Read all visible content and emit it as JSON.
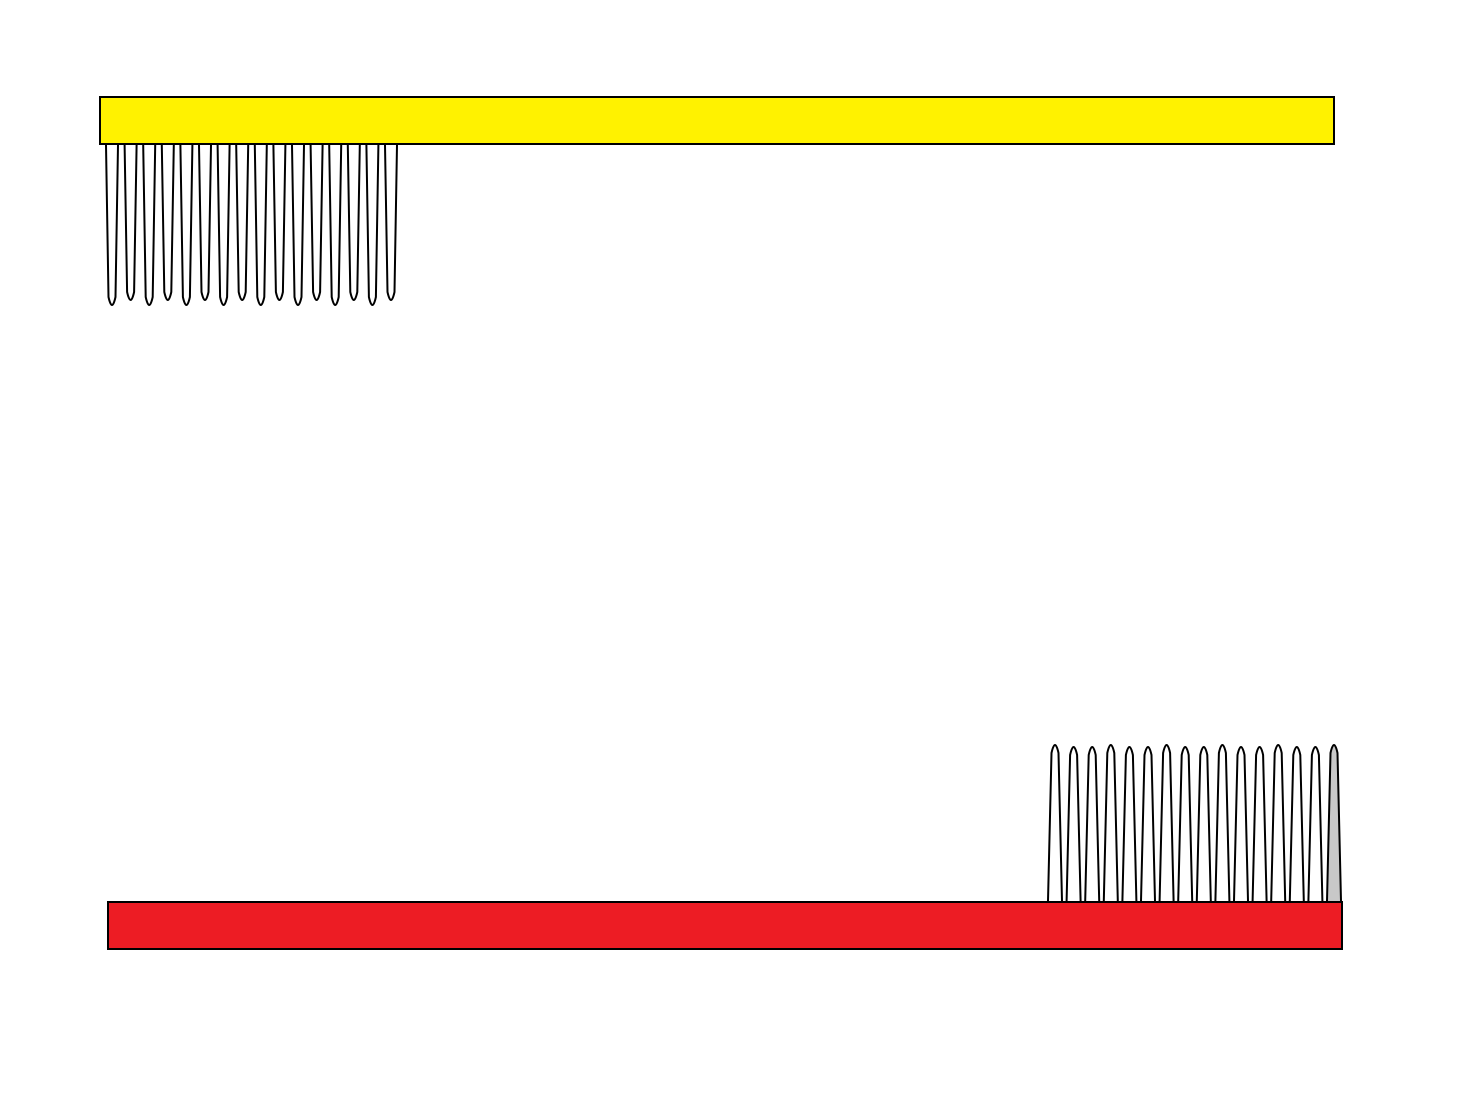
{
  "scene": {
    "background_color": "#ffffff",
    "outline_color": "#000000",
    "toothbrushes": [
      {
        "name": "yellow-toothbrush",
        "handle_color": "#fff200",
        "bristle_count": 16,
        "bristle_direction": "down",
        "bristle_position": "left-end",
        "bristle_fill": "#ffffff"
      },
      {
        "name": "red-toothbrush",
        "handle_color": "#ed1c24",
        "bristle_count": 16,
        "bristle_direction": "up",
        "bristle_position": "right-end",
        "bristle_fill": "#ffffff",
        "last_bristle_fill": "#c8c8c8"
      }
    ]
  }
}
